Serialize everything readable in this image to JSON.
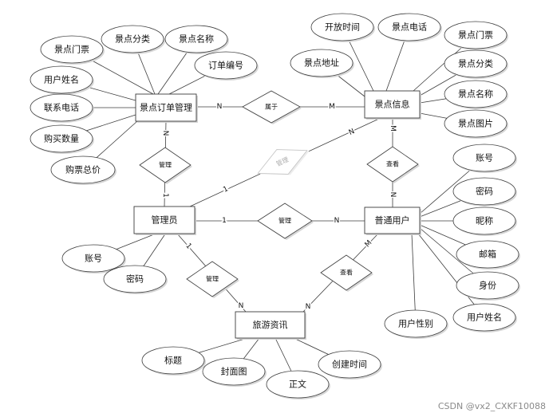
{
  "entities": {
    "order_mgmt": "景点订单管理",
    "spot_info": "景点信息",
    "admin": "管理员",
    "user": "普通用户",
    "travel_news": "旅游资讯"
  },
  "relationships": {
    "belongs": "属于",
    "order_admin_manage": "管理",
    "admin_spot_manage": "管理",
    "admin_user_manage": "管理",
    "spot_user_view": "查看",
    "admin_news_manage": "管理",
    "user_news_view": "查看"
  },
  "attributes": {
    "order_mgmt": [
      "景点门票",
      "景点分类",
      "景点名称",
      "订单编号",
      "用户姓名",
      "联系电话",
      "购买数量",
      "购票总价"
    ],
    "spot_info": [
      "开放时间",
      "景点电话",
      "景点门票",
      "景点地址",
      "景点分类",
      "景点名称",
      "景点图片"
    ],
    "admin": [
      "账号",
      "密码"
    ],
    "user": [
      "账号",
      "密码",
      "昵称",
      "邮箱",
      "身份",
      "用户姓名",
      "用户性别"
    ],
    "travel_news": [
      "标题",
      "封面图",
      "正文",
      "创建时间"
    ]
  },
  "cardinalities": {
    "order_belongs": "N",
    "spot_belongs": "M",
    "order_manage": "N",
    "admin_manage_order": "1",
    "admin_manage_spot": "1",
    "spot_manage": "N",
    "admin_manage_user": "1",
    "user_managed": "N",
    "spot_view": "M",
    "user_view_spot": "N",
    "admin_manage_news": "1",
    "news_managed": "N",
    "user_view_news": "M",
    "news_viewed": "N"
  },
  "watermark": "CSDN @vx2_CXKF10088"
}
